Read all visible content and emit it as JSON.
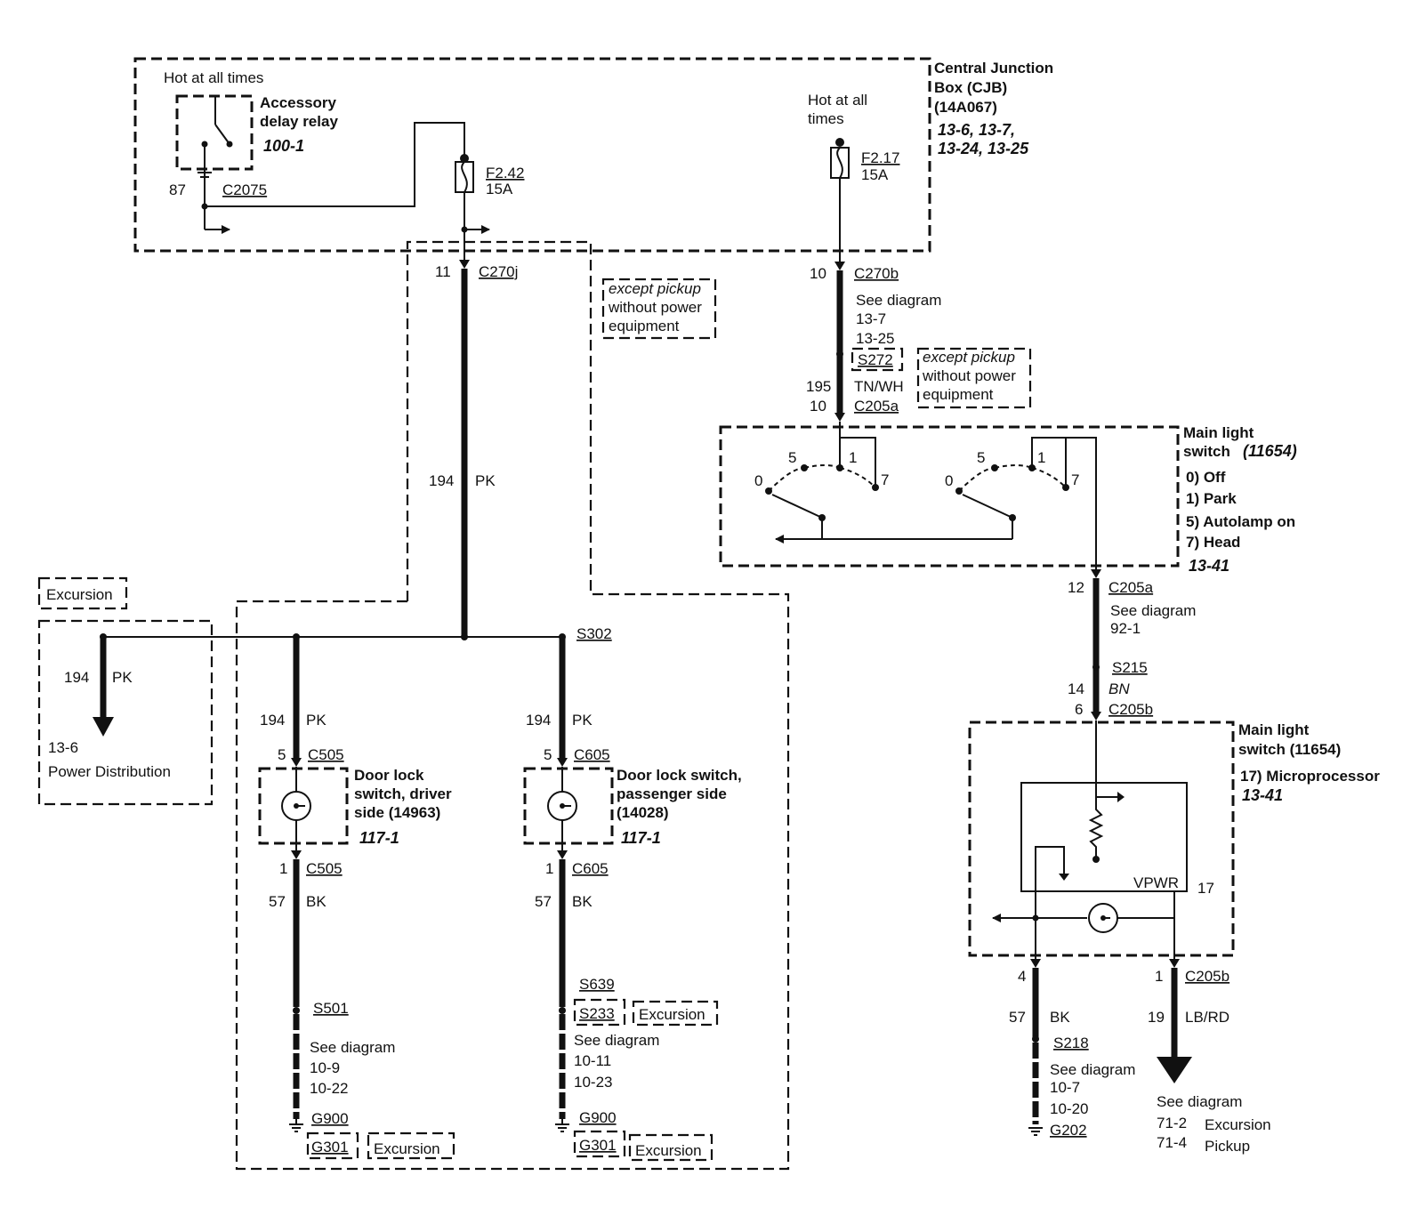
{
  "cjb": {
    "title1": "Central Junction",
    "title2": "Box (CJB)",
    "part": "(14A067)",
    "refs1": "13-6, 13-7,",
    "refs2": "13-24, 13-25"
  },
  "relay": {
    "hot": "Hot at all times",
    "name1": "Accessory",
    "name2": "delay relay",
    "ref": "100-1",
    "pin": "87",
    "connector": "C2075"
  },
  "fuse_a": {
    "id": "F2.42",
    "rating": "15A"
  },
  "fuse_b": {
    "hot1": "Hot at all",
    "hot2": "times",
    "id": "F2.17",
    "rating": "15A"
  },
  "left_column": {
    "pin_top": "11",
    "conn_top": "C270j",
    "circuit": "194",
    "color": "PK",
    "note1": "except pickup",
    "note2": "without power",
    "note3": "equipment"
  },
  "right_column": {
    "pin_c270b": "10",
    "conn_c270b": "C270b",
    "see": "See diagram",
    "ref1": "13-7",
    "ref2": "13-25",
    "splice": "S272",
    "circuit": "195",
    "color": "TN/WH",
    "pin_c205a": "10",
    "conn_c205a": "C205a",
    "note1": "except pickup",
    "note2": "without power",
    "note3": "equipment"
  },
  "main_switch": {
    "title1": "Main light",
    "title2": "switch",
    "part": "(11654)",
    "pos0": "0) Off",
    "pos1": "1) Park",
    "pos5": "5) Autolamp on",
    "pos7": "7) Head",
    "ref": "13-41",
    "n0": "0",
    "n5": "5",
    "n1": "1",
    "n7": "7"
  },
  "lower_right": {
    "pin12": "12",
    "conn1": "C205a",
    "see": "See diagram",
    "ref": "92-1",
    "splice": "S215",
    "circuit": "14",
    "color": "BN",
    "pin6": "6",
    "conn2": "C205b"
  },
  "micro": {
    "title1": "Main light",
    "title2": "switch (11654)",
    "pos17": "17) Microprocessor",
    "ref": "13-41",
    "vpwr": "VPWR",
    "pin": "17"
  },
  "ground_right": {
    "pin": "4",
    "circuit": "57",
    "color": "BK",
    "splice": "S218",
    "see": "See diagram",
    "ref1": "10-7",
    "ref2": "10-20",
    "ground": "G202"
  },
  "out_right": {
    "pin": "1",
    "conn": "C205b",
    "circuit": "19",
    "color": "LB/RD",
    "see": "See diagram",
    "ref1": "71-2",
    "ref1_label": "Excursion",
    "ref2": "71-4",
    "ref2_label": "Pickup"
  },
  "excursion": {
    "label": "Excursion",
    "circuit": "194",
    "color": "PK",
    "ref": "13-6",
    "dest": "Power Distribution"
  },
  "splice_s302": "S302",
  "driver": {
    "circuit": "194",
    "color": "PK",
    "pin_top": "5",
    "conn": "C505",
    "name1": "Door lock",
    "name2": "switch, driver",
    "name3": "side (14963)",
    "ref": "117-1",
    "pin_bot": "1",
    "ground_circuit": "57",
    "ground_color": "BK",
    "splice": "S501",
    "see": "See diagram",
    "ref1": "10-9",
    "ref2": "10-22",
    "ground1": "G900",
    "ground2": "G301",
    "excursion": "Excursion"
  },
  "passenger": {
    "circuit": "194",
    "color": "PK",
    "pin_top": "5",
    "conn": "C605",
    "name1": "Door lock switch,",
    "name2": "passenger side",
    "name3": "(14028)",
    "ref": "117-1",
    "pin_bot": "1",
    "ground_circuit": "57",
    "ground_color": "BK",
    "splice1": "S639",
    "splice2": "S233",
    "excursion": "Excursion",
    "see": "See diagram",
    "ref1": "10-11",
    "ref2": "10-23",
    "ground1": "G900",
    "ground2": "G301",
    "excursion2": "Excursion"
  }
}
